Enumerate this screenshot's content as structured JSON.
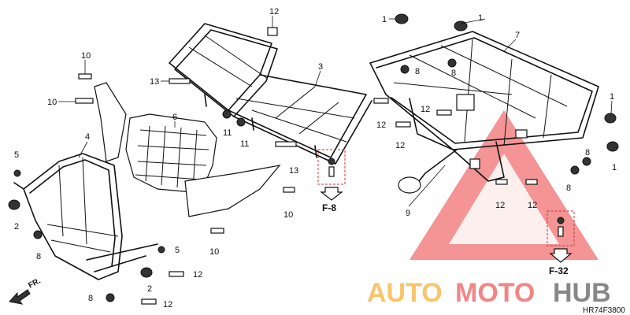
{
  "diagram_code": "HR74F3800",
  "refs": {
    "f8": "F-8",
    "f32": "F-32"
  },
  "front_label": "FR.",
  "watermark": {
    "part1": "AUTO",
    "part2": "MOTO",
    "part3": "HUB",
    "color1": "#f9c46b",
    "color2": "#f07070",
    "color3": "#888888"
  },
  "callouts": [
    "12",
    "10",
    "13",
    "3",
    "10",
    "6",
    "4",
    "5",
    "11",
    "11",
    "12",
    "13",
    "10",
    "2",
    "8",
    "5",
    "10",
    "2",
    "12",
    "8",
    "12",
    "1",
    "1",
    "7",
    "8",
    "8",
    "12",
    "12",
    "1",
    "8",
    "1",
    "9",
    "8",
    "12",
    "12"
  ]
}
